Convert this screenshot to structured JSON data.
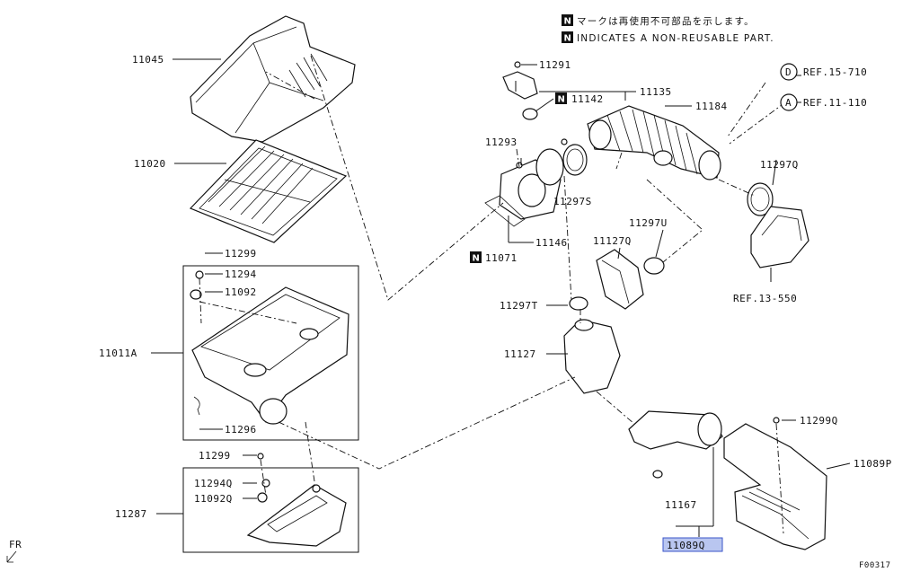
{
  "notes": {
    "n_mark": "N",
    "jp": "マークは再使用不可部品を示します。",
    "en": "INDICATES A NON-REUSABLE PART."
  },
  "labels": {
    "p11045": "11045",
    "p11020": "11020",
    "p11299a": "11299",
    "p11294": "11294",
    "p11092": "11092",
    "p11011A": "11011A",
    "p11296": "11296",
    "p11299b": "11299",
    "p11294Q": "11294Q",
    "p11092Q": "11092Q",
    "p11287": "11287",
    "p11291": "11291",
    "p11135": "11135",
    "p11142": "11142",
    "p11184": "11184",
    "p11293": "11293",
    "p11297S": "11297S",
    "p11146": "11146",
    "p11071": "11071",
    "p11297U": "11297U",
    "p11127Q": "11127Q",
    "p11297T": "11297T",
    "p11127": "11127",
    "p11297Q": "11297Q",
    "p11299Q": "11299Q",
    "p11089P": "11089P",
    "p11167": "11167",
    "p11089Q": "11089Q",
    "refD": "REF.15-710",
    "refA": "REF.11-110",
    "ref13": "REF.13-550",
    "circleD": "D",
    "circleA": "A",
    "fr": "FR",
    "figcode": "F00317"
  },
  "colors": {
    "highlight_fill": "#b9c6f0",
    "highlight_stroke": "#3b55c9",
    "line": "#111111"
  }
}
